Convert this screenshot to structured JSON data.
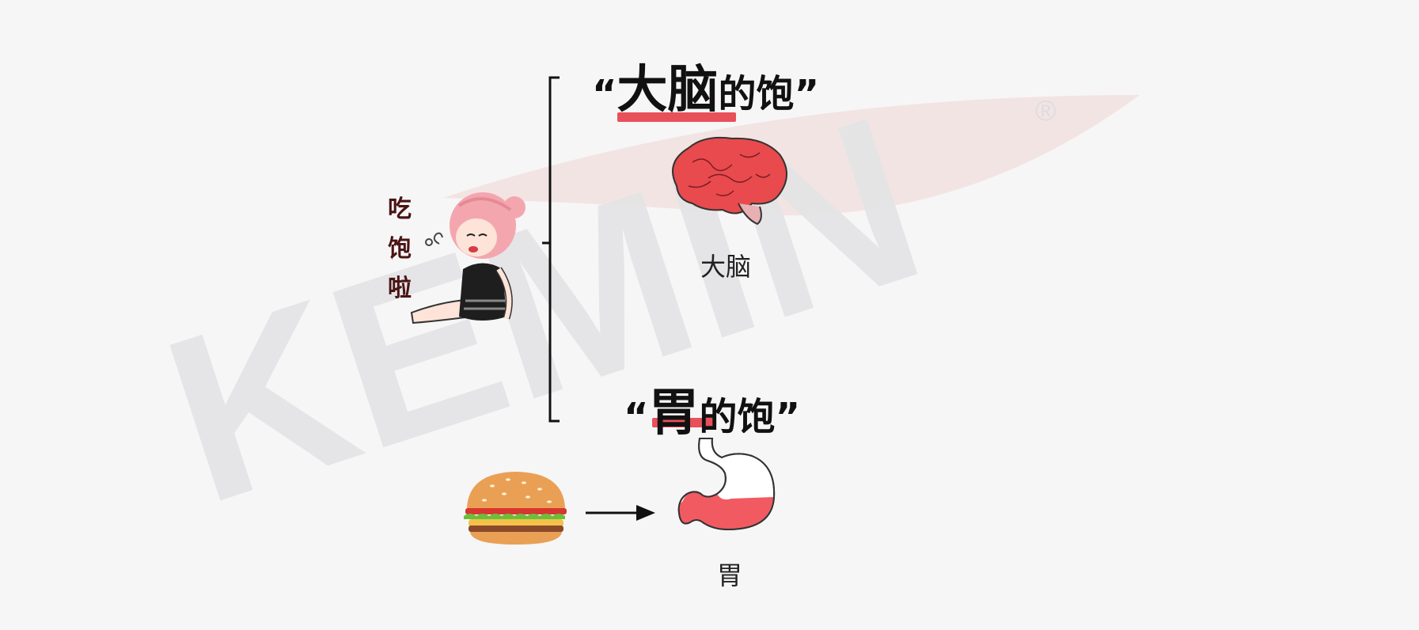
{
  "watermark": {
    "text": "KEMIN",
    "reg_mark": "®"
  },
  "brain_heading": {
    "open_quote": "“",
    "emph": "大脑",
    "rest": "的饱",
    "close_quote": "”"
  },
  "brain_caption": "大脑",
  "stomach_heading": {
    "open_quote": "“",
    "emph": "胃",
    "rest": "的饱",
    "close_quote": "”"
  },
  "stomach_caption": "胃",
  "girl_text": [
    "吃",
    "饱",
    "啦"
  ],
  "colors": {
    "accent": "#e8505a",
    "brain": "#e84a4e",
    "stomach": "#f25a61",
    "watermark": "#e4e4e6"
  }
}
